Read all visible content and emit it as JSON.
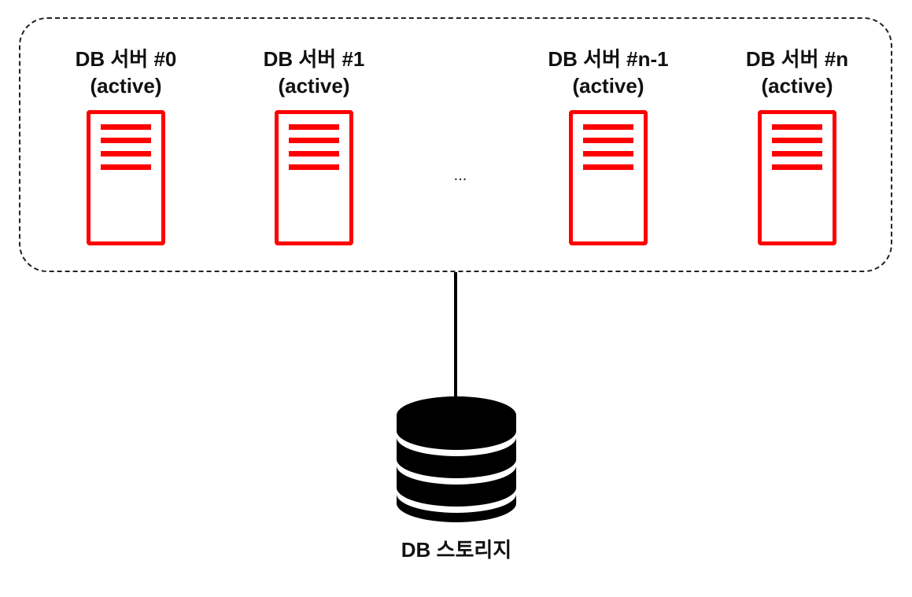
{
  "servers": [
    {
      "name": "DB 서버 #0",
      "status": "(active)"
    },
    {
      "name": "DB 서버 #1",
      "status": "(active)"
    },
    {
      "name": "DB 서버 #n-1",
      "status": "(active)"
    },
    {
      "name": "DB 서버 #n",
      "status": "(active)"
    }
  ],
  "ellipsis": "...",
  "storage": {
    "label": "DB 스토리지"
  },
  "colors": {
    "server_accent": "#ff0000",
    "storage_fill": "#000000",
    "border": "#222222"
  },
  "icons": {
    "server": "server-rack-icon",
    "storage": "database-cylinder-icon"
  }
}
